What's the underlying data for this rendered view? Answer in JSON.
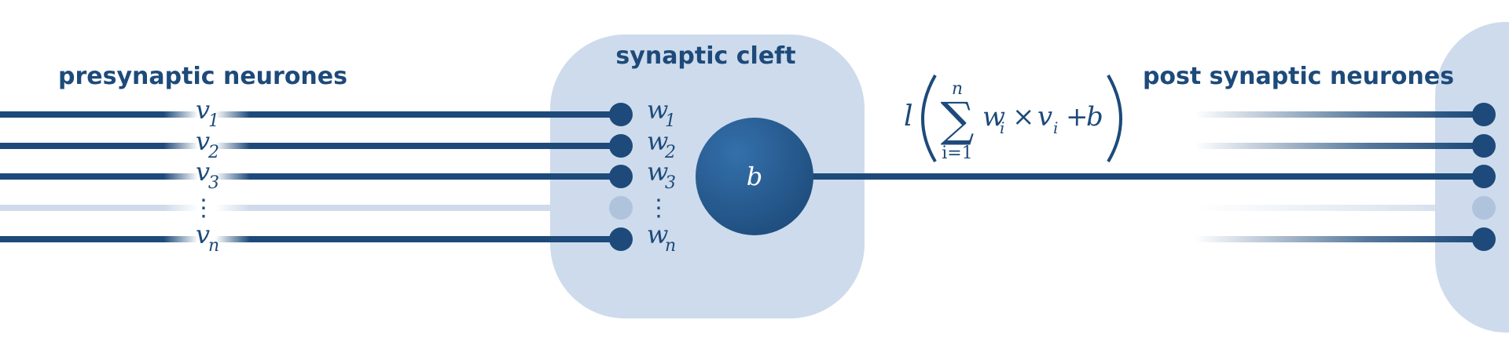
{
  "colors": {
    "primary": "#1d4a7a",
    "panel": "#cddbec",
    "faded": "#cfdbea",
    "faded_dot": "#afc3dc",
    "bias_light": "#3470ab",
    "bias_dark": "#1c4978",
    "white": "#ffffff"
  },
  "labels": {
    "presynaptic": "presynaptic neurones",
    "synaptic_cleft": "synaptic cleft",
    "postsynaptic": "post synaptic neurones"
  },
  "inputs": [
    {
      "symbol": "v",
      "sub": "1"
    },
    {
      "symbol": "v",
      "sub": "2"
    },
    {
      "symbol": "v",
      "sub": "3"
    },
    {
      "symbol": "⋮",
      "sub": ""
    },
    {
      "symbol": "v",
      "sub": "n"
    }
  ],
  "weights": [
    {
      "symbol": "w",
      "sub": "1"
    },
    {
      "symbol": "w",
      "sub": "2"
    },
    {
      "symbol": "w",
      "sub": "3"
    },
    {
      "symbol": "⋮",
      "sub": ""
    },
    {
      "symbol": "w",
      "sub": "n"
    }
  ],
  "bias": "b",
  "formula": {
    "func": "l",
    "sum_symbol": "∑",
    "upper": "n",
    "lower": "i=1",
    "w": "w",
    "w_sub": "i",
    "times": "×",
    "v": "v",
    "v_sub": "i",
    "plus": "+",
    "b": "b"
  },
  "faded_row_index": 3,
  "active_output_index": 2
}
